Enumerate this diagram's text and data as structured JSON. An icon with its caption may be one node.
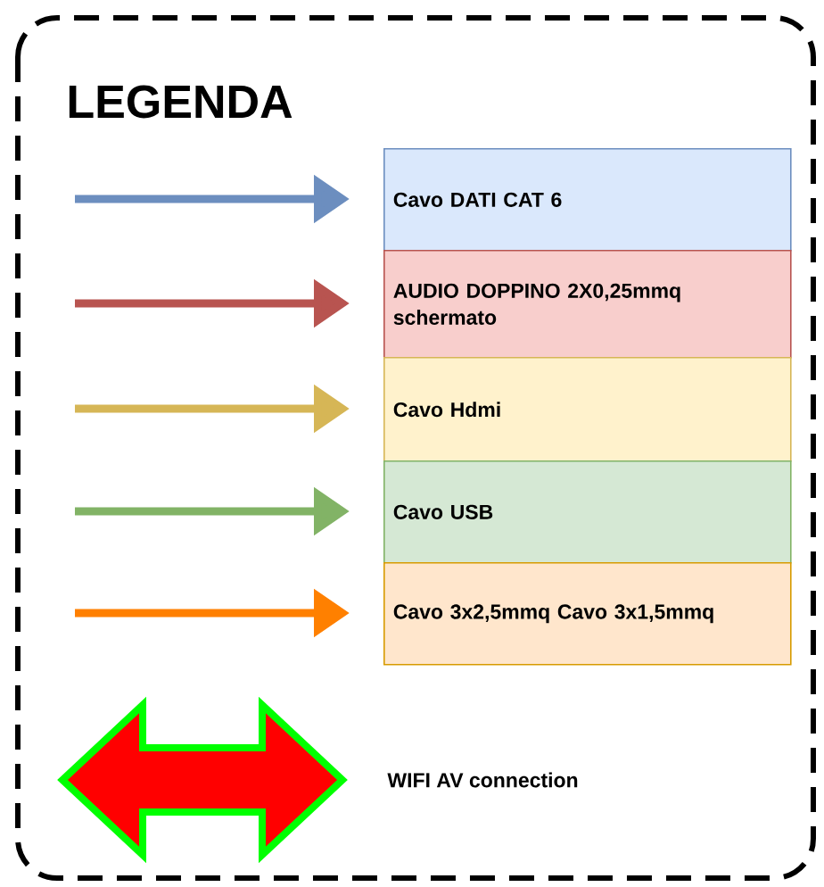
{
  "diagram": {
    "title": "LEGENDA",
    "legend": [
      {
        "text": "Cavo DATI CAT 6",
        "color": "#6c8ebf"
      },
      {
        "text": "AUDIO DOPPINO 2X0,25mmq schermato",
        "color": "#b85450"
      },
      {
        "text": "Cavo Hdmi",
        "color": "#d6b656"
      },
      {
        "text": "Cavo USB",
        "color": "#82b366"
      },
      {
        "text": "Cavo 3x2,5mmq Cavo 3x1,5mmq",
        "color": "#ff8000"
      },
      {
        "text": "WIFI AV connection",
        "color": "#ff0000"
      }
    ]
  }
}
